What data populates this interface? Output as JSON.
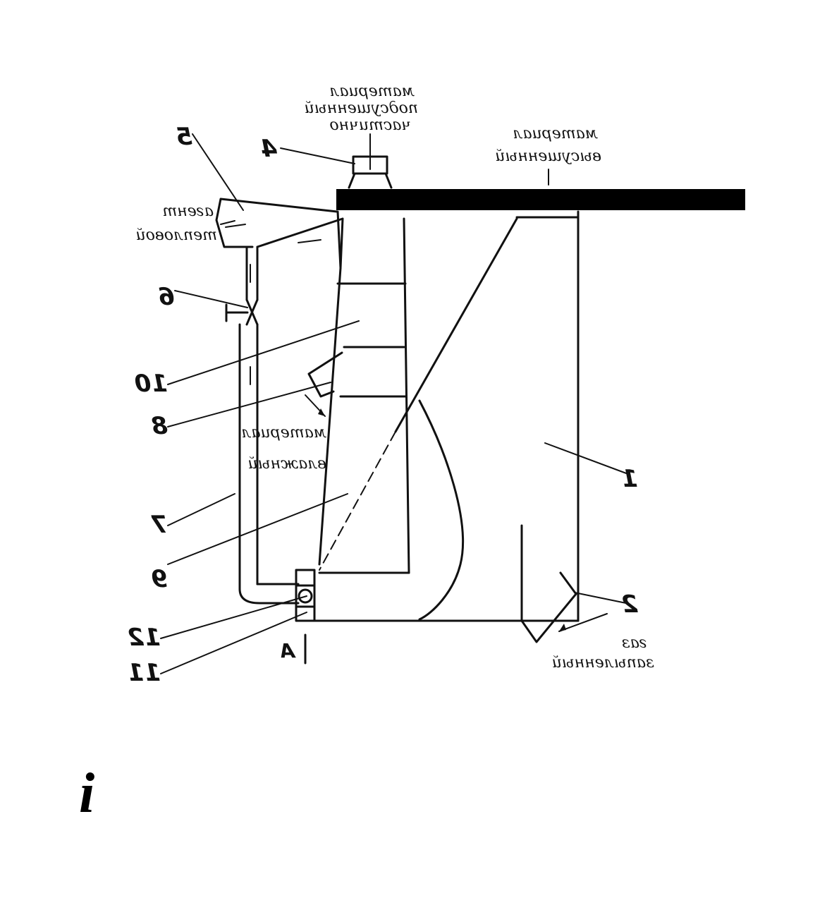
{
  "labels": {
    "n1": "1",
    "n2": "2",
    "n4": "4",
    "n5": "5",
    "n6": "6",
    "n7": "7",
    "n8": "8",
    "n9": "9",
    "n10": "10",
    "n11": "11",
    "n12": "12",
    "a_mark": "A"
  },
  "texts": {
    "partly_dried_1": "частично",
    "partly_dried_2": "подсушенный",
    "partly_dried_3": "материал",
    "dried_1": "высушенный",
    "dried_2": "материал",
    "heat_1": "тепловой",
    "heat_2": "агент",
    "wet_1": "влажный",
    "wet_2": "материал",
    "gas_1": "запыленный",
    "gas_2": "газ"
  },
  "corner_mark": "i"
}
